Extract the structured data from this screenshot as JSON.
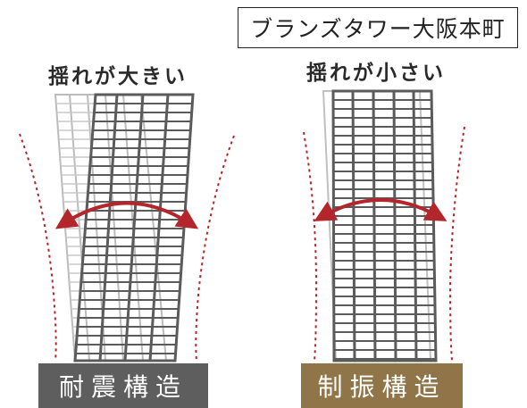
{
  "title": "ブランズタワー大阪本町",
  "left": {
    "caption": "揺れが大きい",
    "label": "耐震構造",
    "label_color": "#5e5e5e"
  },
  "right": {
    "caption": "揺れが小さい",
    "label": "制振構造",
    "label_color": "#8f7548"
  },
  "colors": {
    "sway_arrow": "#b3262c",
    "sway_curve": "#b3262c",
    "building_dark": "#5b5b5b",
    "building_light": "#bcbcbc"
  }
}
